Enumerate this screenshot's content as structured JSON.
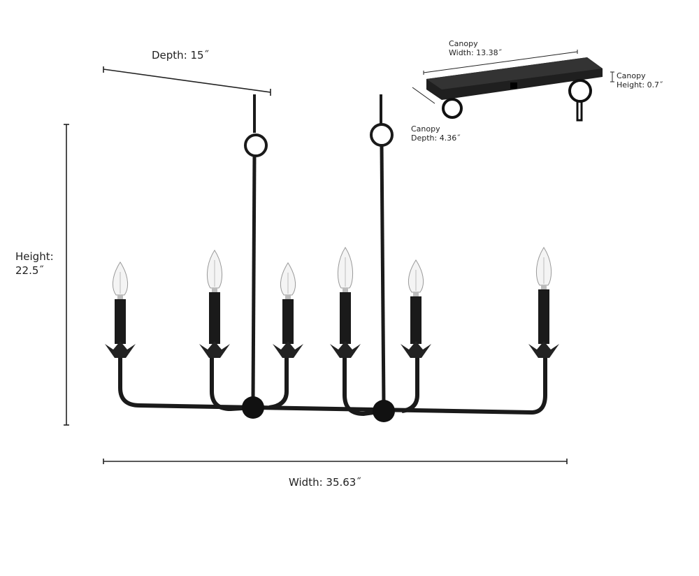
{
  "dimensions": {
    "depth": "Depth: 15˝",
    "height_label": "Height:",
    "height_value": "22.5˝",
    "width": "Width: 35.63˝"
  },
  "canopy": {
    "width_label": "Canopy",
    "width_value": "Width: 13.38˝",
    "height_label": "Canopy",
    "height_value": "Height: 0.7˝",
    "depth_label": "Canopy",
    "depth_value": "Depth: 4.36˝"
  },
  "colors": {
    "fixture": "#1a1a1a",
    "line": "#222222"
  }
}
